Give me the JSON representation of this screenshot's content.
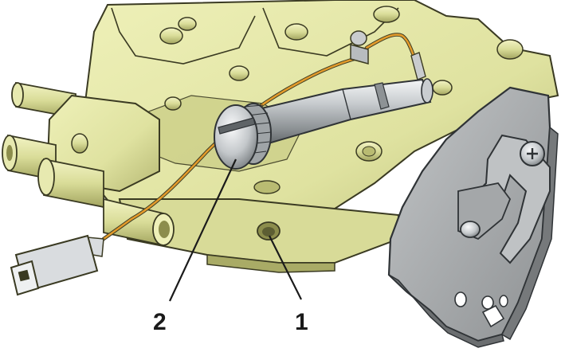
{
  "illustration": {
    "subject": "carburetor-assembly",
    "colors": {
      "body": "#e4e6a8",
      "body_shadow": "#b9bb72",
      "body_dark": "#8c8d4c",
      "outline": "#3a3a22",
      "metal": "#b8bcbf",
      "metal_dark": "#6f7477",
      "metal_light": "#e9ecee",
      "plate": "#a9acae",
      "plate_dark": "#6b6e70",
      "wire": "#e29a2b",
      "connector": "#d9dcdf"
    }
  },
  "callouts": [
    {
      "label": "1"
    },
    {
      "label": "2"
    }
  ]
}
